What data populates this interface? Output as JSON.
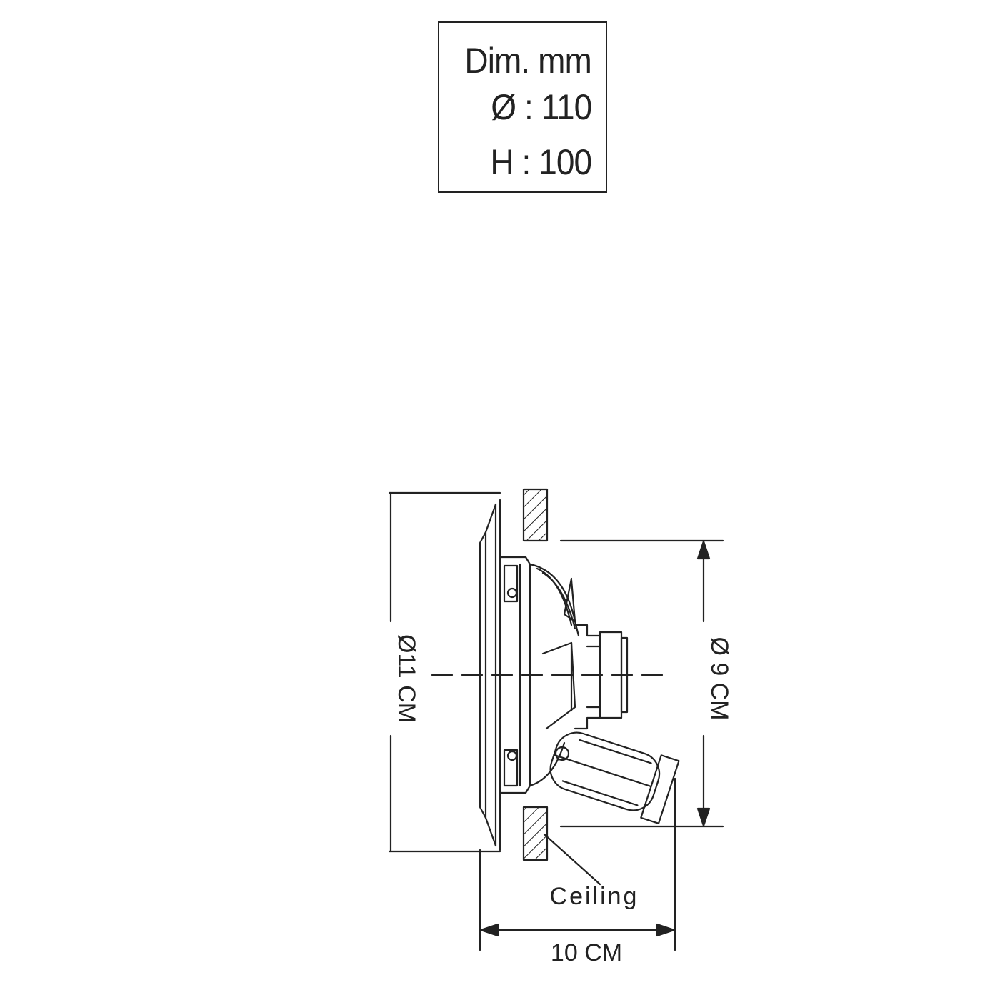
{
  "spec_box": {
    "title": "Dim. mm",
    "diameter_line": "Ø : 110",
    "height_line": "H : 100"
  },
  "drawing": {
    "dim_outer_diameter": "Ø11 CM",
    "dim_cutout": "Ø 9 CM",
    "dim_depth": "10 CM",
    "ceiling_label": "Ceiling"
  },
  "colors": {
    "line": "#222222",
    "background": "#ffffff"
  }
}
